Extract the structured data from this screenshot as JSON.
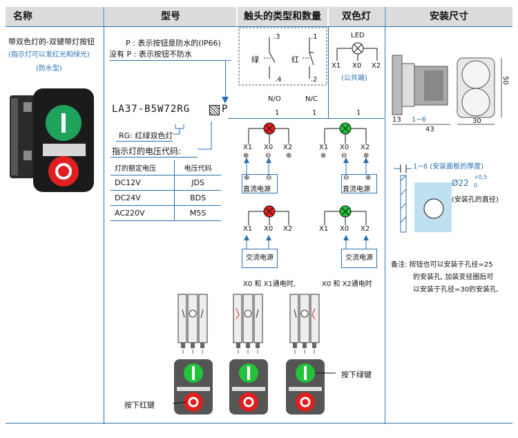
{
  "headers": {
    "name": "名称",
    "model": "型号",
    "contacts": "触头的类型和数量",
    "dual_light": "双色灯",
    "mount_size": "安装尺寸"
  },
  "name_col": {
    "line1": "带双色灯的-双键带灯按钮",
    "line2": "(指示灯可以发红光和绿光)",
    "line3": "(防水型)"
  },
  "model_col": {
    "p_note": "P : 表示按钮是防水的(IP66)",
    "no_p_note": "没有 P : 表示按钮不防水",
    "model_code": "LA37-B5W72RG",
    "model_suffix": "P",
    "rg_note": "RG: 红绿双色灯",
    "voltage_code_label": "指示灯的电压代码:",
    "table_headers": [
      "灯的额定电压",
      "电压代码"
    ],
    "table_rows": [
      [
        "DC12V",
        "JDS"
      ],
      [
        "DC24V",
        "BDS"
      ],
      [
        "AC220V",
        "M5S"
      ]
    ]
  },
  "contacts_col": {
    "green_label": "绿",
    "red_label": "红",
    "pin3": ".3",
    "pin4": ".4",
    "pin1": ".1",
    "pin2": ".2",
    "no_label": "N/O",
    "nc_label": "N/C",
    "no_count": "1",
    "nc_count": "1"
  },
  "light_col": {
    "led": "LED",
    "x1": "X1",
    "x0": "X0",
    "x2": "X2",
    "common": "(公共端)",
    "count": "1"
  },
  "wiring": {
    "x1": "X1",
    "x0": "X0",
    "x2": "X2",
    "dc_supply": "直流电源",
    "ac_supply": "交流电源",
    "x0_x1_on": "X0 和 X1通电时,",
    "x0_x2_on": "X0 和 X2通电时",
    "plus": "⊕",
    "minus": "⊖"
  },
  "press": {
    "red_key": "按下红键",
    "green_key": "按下绿键"
  },
  "mount_col": {
    "dim13": "13",
    "dim1_6": "1~6",
    "dim43": "43",
    "dim30": "30",
    "dim50": "50",
    "panel_thickness": "1~6 (安装面板的厚度)",
    "hole_dia": "Ø22",
    "tol_up": "+0,5",
    "tol_down": "0",
    "hole_note": "(安装孔的直径)",
    "remark1": "备注: 按钮也可以安装于孔径=25",
    "remark2": "的安装孔, 加装变径圈后可",
    "remark3": "以安装于孔径=30的安装孔."
  },
  "colors": {
    "blue": "#2a6fb0",
    "green": "#22c33a",
    "red": "#e02020",
    "light_blue": "#bfe0f0"
  }
}
